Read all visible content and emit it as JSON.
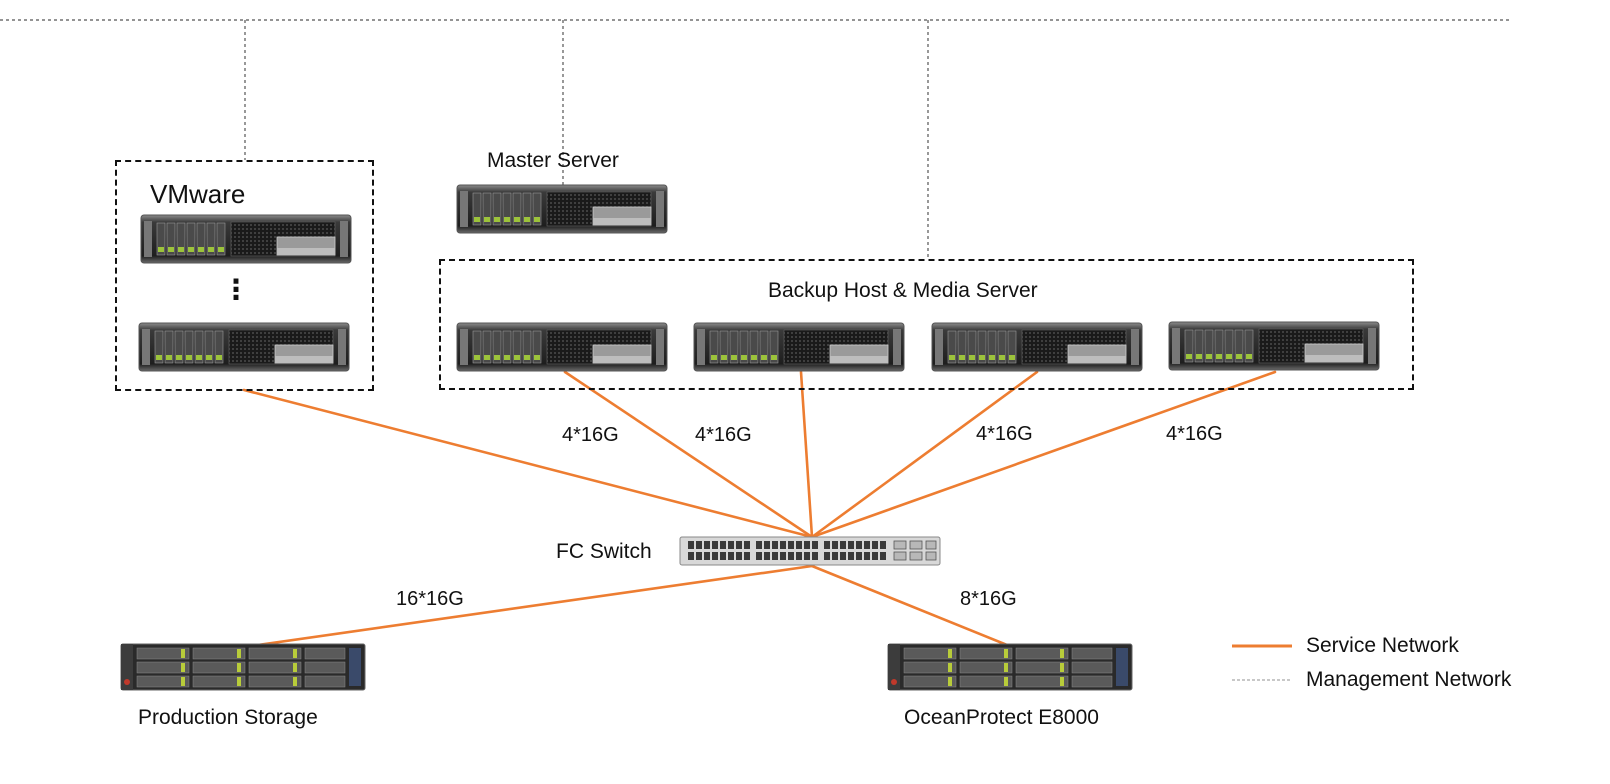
{
  "diagram": {
    "groups": {
      "vmware": "VMware",
      "backup": "Backup Host & Media Server"
    },
    "nodes": {
      "master": "Master Server",
      "fc_switch": "FC Switch",
      "production_storage": "Production Storage",
      "oceanprotect": "OceanProtect E8000"
    },
    "vmware_ellipsis": "⋮",
    "links": {
      "backup_1": "4*16G",
      "backup_2": "4*16G",
      "backup_3": "4*16G",
      "backup_4": "4*16G",
      "production": "16*16G",
      "oceanprotect": "8*16G"
    },
    "legend": [
      {
        "label": "Service Network",
        "style": "solid",
        "color": "#ED7D31"
      },
      {
        "label": "Management Network",
        "style": "dashed",
        "color": "#A6A6A6"
      }
    ],
    "colors": {
      "service_line": "#ED7D31",
      "management_line": "#555555"
    }
  }
}
